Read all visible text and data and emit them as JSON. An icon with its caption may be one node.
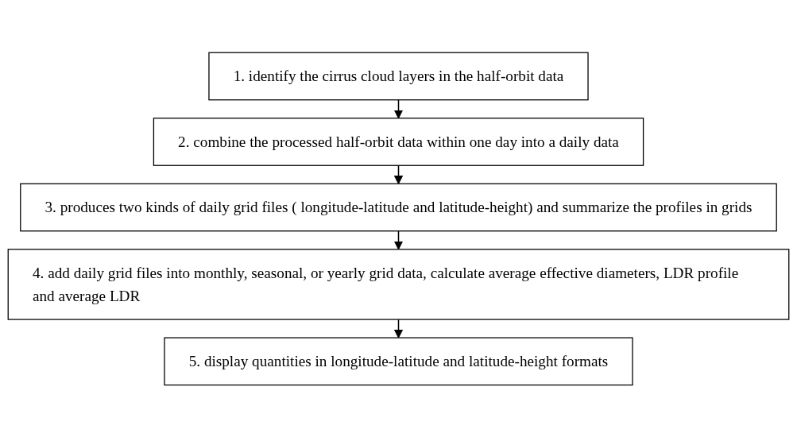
{
  "diagram": {
    "nodes": [
      {
        "text": [
          "1. identify the cirrus cloud layers in the half-orbit data"
        ]
      },
      {
        "text": [
          "2. combine the processed half-orbit data within one day into a daily data"
        ]
      },
      {
        "text": [
          "3. produces two kinds of daily grid files ( longitude-latitude and latitude-height) and summarize the profiles in grids"
        ]
      },
      {
        "text": [
          "4. add daily grid files into monthly, seasonal, or yearly grid data, calculate average effective diameters, LDR profile and average LDR"
        ]
      },
      {
        "text": [
          "5. display quantities in longitude-latitude and latitude-height formats"
        ]
      }
    ],
    "edges": [
      {
        "from": 0,
        "to": 1,
        "arrow": "to"
      },
      {
        "from": 1,
        "to": 2,
        "arrow": "to"
      },
      {
        "from": 2,
        "to": 3,
        "arrow": "to"
      },
      {
        "from": 3,
        "to": 4,
        "arrow": "to"
      }
    ]
  }
}
